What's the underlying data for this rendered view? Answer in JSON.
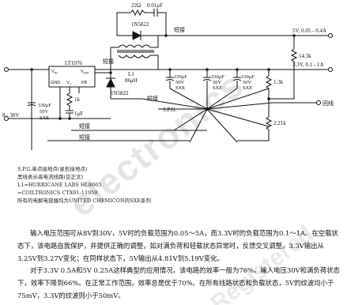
{
  "schematic": {
    "ic_name": "LT1076",
    "ic_pins": {
      "vin": "V",
      "vin_sub": "IN",
      "vsw": "V",
      "vsw_sub": "SW",
      "gnd": "GND",
      "vc": "V",
      "vc_sub": "C",
      "fb": "FB"
    },
    "input_label": "8 - 30V",
    "input_cap": "330μF\n50V\nSXE",
    "r_1k": "1k",
    "c_1uF": "1μF",
    "r_22": "22Ω",
    "c_001": "0.01μF",
    "diode_top": "1N5822",
    "diode_left": "1N5822",
    "l1_label": "L1",
    "l1_value": "86μH",
    "out_caps": [
      {
        "value": "330μF",
        "voltage": "50V",
        "type": "SXE"
      },
      {
        "value": "330μF",
        "voltage": "50V",
        "type": "SXE"
      },
      {
        "value": "330μF",
        "voltage": "50V",
        "type": "SXE"
      }
    ],
    "r_143": "14.3k",
    "r_13": "1.3k",
    "r_221": "2.21k",
    "out_5v": "5V, 0.05 - 0.4A",
    "out_33v": "3.3V, 0.1 - 1A",
    "return_label": "回线",
    "spg_label": "S.P.G.",
    "short_labels": [
      "短接",
      "短接",
      "短接",
      "短接",
      "短接"
    ]
  },
  "legend": {
    "lines": [
      "S.P.G.单点接地点(星形接地点)",
      "黑线表示高电流线路(见正文)",
      "L1=HURRICANE LABS HL8665",
      "  =COILTRONICS CTX01-11959",
      "所有的电解电容器均为UNITED CHEMICON的SXE系列"
    ]
  },
  "body": {
    "paragraphs": [
      "输入电压范围可从8V到30V，5V时的负载范围为0.05～5A，而3.3V时的负载范围为0.1～1A。在空载状态下，该电路自我保护，并提供正确的调整，如对满负荷和轻载状态异常时，反馈交叉调整。3.3V输出从3.25V到3.27V变化；在同样状态下，5V输出从4.81V到5.19V变化。",
      "对于3.3V 0.5A和5V 0.25A这样典型的应用情况，该电路的效率一般为76%。输入电压30V和满负荷状态下，效率下降到66%。在正常工作范围，效率总是优于70%。在所有线路状态和负载状态，5V的纹波均小于75mV，3.3V的纹波则小于50mV。"
    ]
  },
  "watermarks": [
    "electronics",
    "Registered"
  ]
}
